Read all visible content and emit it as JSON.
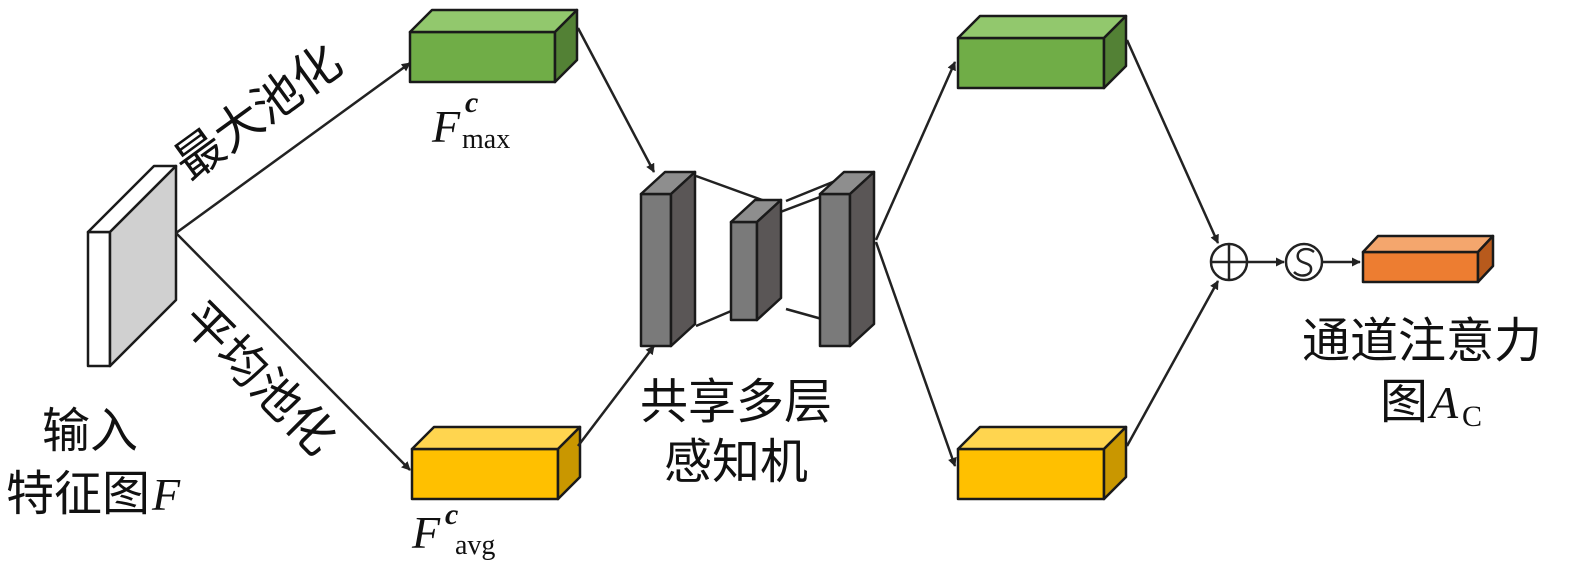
{
  "input": {
    "line1": "输入",
    "line2": "特征图",
    "var": "F"
  },
  "branch_max": {
    "label": "最大池化",
    "var": "F",
    "sup": "c",
    "sub": "max"
  },
  "branch_avg": {
    "label": "平均池化",
    "var": "F",
    "sup": "c",
    "sub": "avg"
  },
  "mlp": {
    "line1": "共享多层",
    "line2": "感知机"
  },
  "output": {
    "line1": "通道注意力",
    "line2": "图",
    "var": "A",
    "sub": "C"
  },
  "ops": {
    "sum": "element-wise-sum-icon",
    "sigmoid": "sigmoid-icon"
  },
  "colors": {
    "green": "#70ad47",
    "green_top": "#92c86d",
    "green_side": "#538135",
    "yellow": "#ffc000",
    "yellow_top": "#ffd54f",
    "yellow_side": "#c99700",
    "orange": "#ed7d31",
    "orange_top": "#f4a66d",
    "orange_side": "#b85a1c",
    "gray": "#7a7a7a",
    "gray_dark": "#5a5656",
    "input_face": "#d0d0d0"
  }
}
